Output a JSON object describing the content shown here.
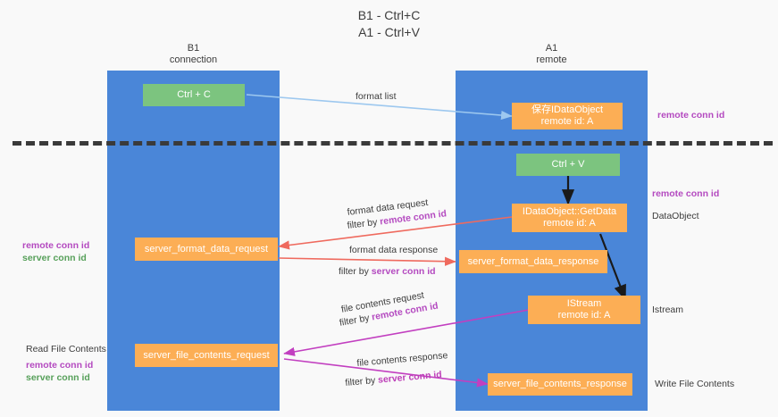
{
  "title": {
    "line1": "B1 - Ctrl+C",
    "line2": "A1 - Ctrl+V"
  },
  "lanes": [
    {
      "name": "B1",
      "subtitle": "connection",
      "color": "#4a86d8"
    },
    {
      "name": "A1",
      "subtitle": "remote",
      "color": "#4a86d8"
    }
  ],
  "boxes": {
    "ctrl_c": "Ctrl + C",
    "ctrl_v": "Ctrl + V",
    "save_idataobject_l1": "保存IDataObject",
    "save_idataobject_l2": "remote id: A",
    "getdata_l1": "IDataObject::GetData",
    "getdata_l2": "remote id: A",
    "istream_l1": "IStream",
    "istream_l2": "remote id: A",
    "server_format_data_request": "server_format_data_request",
    "server_format_data_response": "server_format_data_response",
    "server_file_contents_request": "server_file_contents_request",
    "server_file_contents_response": "server_file_contents_response"
  },
  "edge_labels": {
    "format_list": "format list",
    "format_data_request": "format data request",
    "format_data_request_filter_prefix": "filter by ",
    "format_data_request_filter_key": "remote conn id",
    "format_data_response": "format data response",
    "format_data_response_filter_prefix": "filter by ",
    "format_data_response_filter_key": "server conn id",
    "file_contents_request": "file contents request",
    "file_contents_request_filter_prefix": "filter by ",
    "file_contents_request_filter_key": "remote conn id",
    "file_contents_response": "file contents response",
    "file_contents_response_filter_prefix": "filter by ",
    "file_contents_response_filter_key": "server conn id"
  },
  "annotations": {
    "right_remote_conn_id_top": "remote conn id",
    "right_remote_conn_id_mid": "remote conn id",
    "right_dataobject": "DataObject",
    "right_istream": "Istream",
    "right_write_file_contents": "Write File Contents",
    "left_remote_conn_id_mid": "remote conn id",
    "left_server_conn_id_mid": "server conn id",
    "left_read_file_contents": "Read File Contents",
    "left_remote_conn_id_bottom": "remote conn id",
    "left_server_conn_id_bottom": "server conn id"
  },
  "colors": {
    "lane": "#4a86d8",
    "green_box": "#7cc47f",
    "orange_box": "#fcae55",
    "purple": "#b44ac0",
    "green_text": "#57a05a",
    "arrow_lightblue": "#9dc8ef",
    "arrow_red": "#ef6a5e",
    "arrow_magenta": "#c23fc0",
    "arrow_black": "#1a1a1a",
    "divider": "#3a3a3a",
    "background": "#f9f9f9"
  }
}
